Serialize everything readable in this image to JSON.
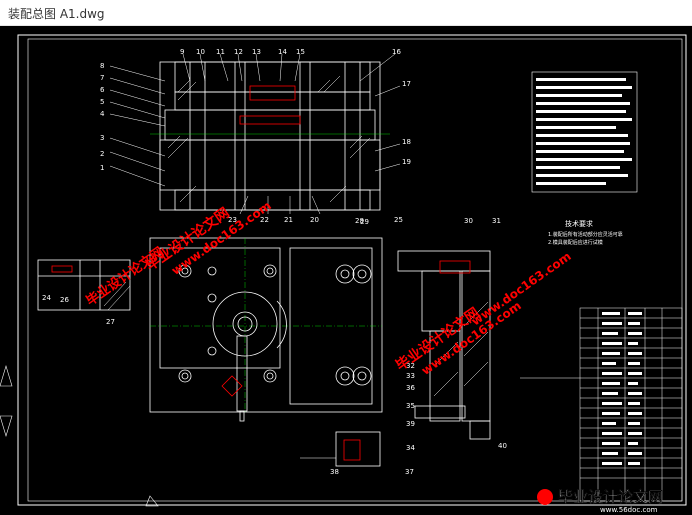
{
  "window": {
    "title": "装配总图  A1.dwg"
  },
  "drawing": {
    "background": "#000000",
    "line_color": "#ffffff",
    "accent_color": "#ff0000",
    "dim_color": "#00ff00",
    "top_view_labels": [
      "9",
      "10",
      "11",
      "12",
      "13",
      "14",
      "15",
      "16",
      "17",
      "18",
      "19",
      "20",
      "21",
      "22",
      "23",
      "1",
      "2",
      "3",
      "4",
      "5",
      "6",
      "7",
      "8"
    ],
    "part_labels": [
      "24",
      "25",
      "26",
      "27",
      "28",
      "29",
      "30",
      "31",
      "32",
      "33",
      "34",
      "35",
      "36",
      "37",
      "38",
      "39",
      "40"
    ],
    "tech_title": "技术要求",
    "tech_lines": [
      "1.装配后所有活动部分应灵活可靠",
      "2.模具装配后应进行试模"
    ]
  },
  "watermarks": {
    "brand": "毕业设计论文网",
    "site": "www.doc163.com",
    "footer_brand": "毕业设计论文网",
    "footer_site": "www.56doc.com",
    "color": "#ff0000"
  }
}
